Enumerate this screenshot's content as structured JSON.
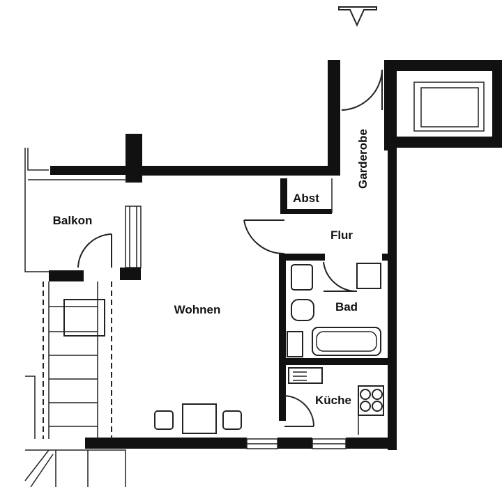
{
  "rooms": {
    "balkon": "Balkon",
    "wohnen": "Wohnen",
    "abst": "Abst",
    "flur": "Flur",
    "garderobe": "Garderobe",
    "bad": "Bad",
    "kueche": "Küche"
  },
  "icons": {
    "entrance": "entrance-arrow-icon"
  },
  "colors": {
    "wall": "#111111",
    "background": "#ffffff"
  }
}
